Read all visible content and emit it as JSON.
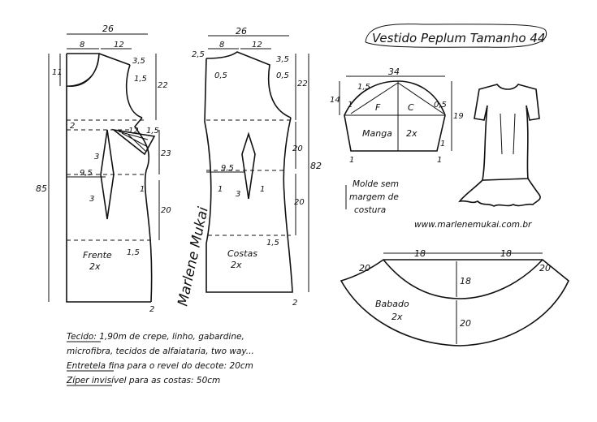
{
  "title": "Vestido Peplum Tamanho 44",
  "website": "www.marlenemukai.com.br",
  "signature": "Marlene Mukai",
  "front": {
    "label": "Frente",
    "count": "2x",
    "width": "26",
    "neck_width": "8",
    "shoulder": "12",
    "shoulder_drop": "3,5",
    "neck_depth": "11",
    "armhole": "1,5",
    "armhole_depth": "22",
    "bust_gap": "2",
    "dart_side": "12",
    "dart_side2": "1,5",
    "waist_depth": "23",
    "dart_offset": "9,5",
    "dart_b1": "3",
    "dart_b2": "3",
    "dart_c": "1",
    "hip_depth": "20",
    "hem_in": "1,5",
    "length": "85",
    "hem_ext": "2"
  },
  "back": {
    "label": "Costas",
    "count": "2x",
    "width": "26",
    "neck_width": "8",
    "neck_drop": "2,5",
    "shoulder_drop": "3,5",
    "shoulder": "12",
    "neck_curve": "0,5",
    "armhole": "0,5",
    "armhole_depth": "22",
    "waist_depth": "20",
    "dart_offset": "9,5",
    "dart_a": "1",
    "dart_b": "3",
    "dart_c": "1",
    "hip_depth": "20",
    "hem_in": "1,5",
    "length": "82",
    "hem_ext": "2"
  },
  "sleeve": {
    "label": "Manga",
    "count": "2x",
    "width": "34",
    "cap_depth": "14",
    "length": "19",
    "front_mark": "F",
    "back_mark": "C",
    "cap_left": "1,5",
    "cap_right": "0,5",
    "side_left": "1",
    "side_right": "1",
    "hem_left": "1",
    "hem_right": "1"
  },
  "mold_note": [
    "Molde sem",
    "margem de",
    "costura"
  ],
  "flounce": {
    "label": "Babado",
    "count": "2x",
    "top_width": "18",
    "side_left": "20",
    "side_right": "20",
    "inner_depth": "18",
    "outer_depth": "20"
  },
  "notes": [
    "Tecido: 1,90m de crepe, linho, gabardine,",
    "microfibra, tecidos de alfaiataria, two way...",
    "Entretela fina para o revel do decote: 20cm",
    "Zíper invisível para as costas: 50cm"
  ]
}
